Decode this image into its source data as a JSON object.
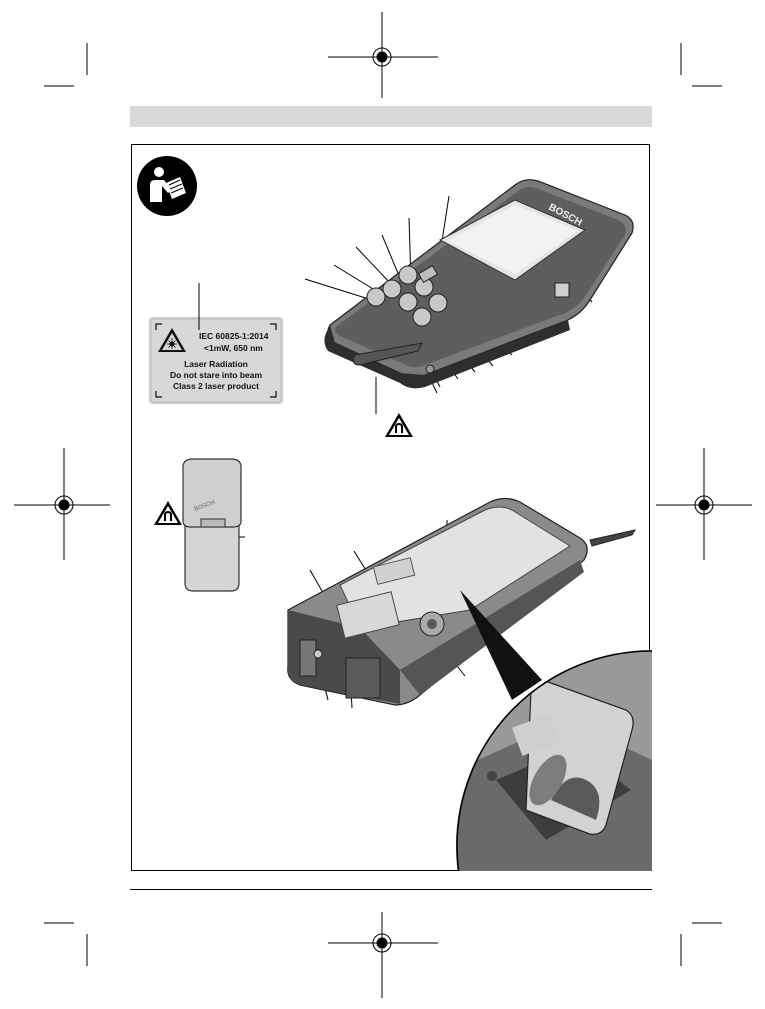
{
  "laser_label": {
    "standard": "IEC 60825-1:2014",
    "power": "<1mW, 650 nm",
    "line1": "Laser Radiation",
    "line2": "Do not stare into beam",
    "line3": "Class 2 laser product"
  },
  "device": {
    "brand": "BOSCH"
  },
  "icons": {
    "manual": "read-manual-icon",
    "magnet_warning": "magnet-warning-icon",
    "laser": "laser-hazard-icon",
    "registration": "registration-mark-icon"
  },
  "colors": {
    "header_bar": "#d9d9d9",
    "device_body": "#6e6e6e",
    "device_dark": "#3a3a3a",
    "label_bg": "#d0d0d0"
  }
}
